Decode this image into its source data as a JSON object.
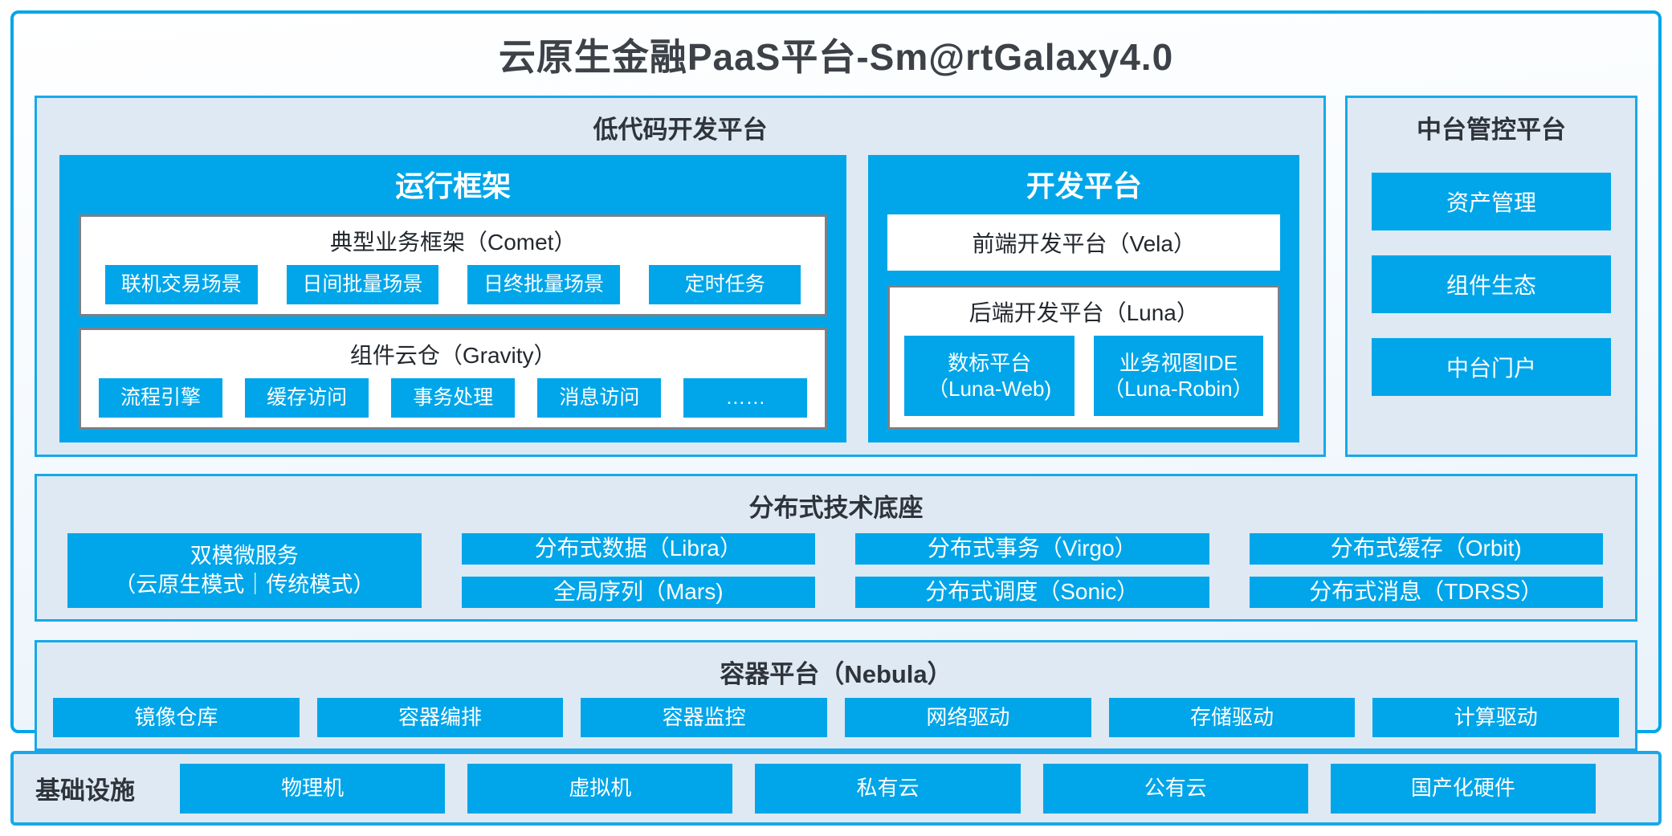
{
  "colors": {
    "accent_blue": "#00a6e9",
    "panel_border_blue": "#18a8e9",
    "panel_bg": "#dee9f4",
    "gray_border": "#7d8085",
    "dark_text": "#2f343b"
  },
  "page_title": "云原生金融PaaS平台-Sm@rtGalaxy4.0",
  "lowcode": {
    "title": "低代码开发平台",
    "runtime": {
      "title": "运行框架",
      "comet": {
        "title": "典型业务框架（Comet）",
        "items": [
          "联机交易场景",
          "日间批量场景",
          "日终批量场景",
          "定时任务"
        ]
      },
      "gravity": {
        "title": "组件云仓（Gravity）",
        "items": [
          "流程引擎",
          "缓存访问",
          "事务处理",
          "消息访问",
          "……"
        ]
      }
    },
    "dev": {
      "title": "开发平台",
      "vela": "前端开发平台（Vela）",
      "luna": {
        "title": "后端开发平台（Luna）",
        "items": [
          {
            "line1": "数标平台",
            "line2": "（Luna-Web)"
          },
          {
            "line1": "业务视图IDE",
            "line2": "（Luna-Robin）"
          }
        ]
      }
    }
  },
  "mid_platform": {
    "title": "中台管控平台",
    "items": [
      "资产管理",
      "组件生态",
      "中台门户"
    ]
  },
  "distributed": {
    "title": "分布式技术底座",
    "dual_mode": {
      "line1": "双模微服务",
      "line2": "（云原生模式｜传统模式）"
    },
    "row1": [
      "分布式数据（Libra）",
      "分布式事务（Virgo）",
      "分布式缓存（Orbit)"
    ],
    "row2": [
      "全局序列（Mars)",
      "分布式调度（Sonic）",
      "分布式消息（TDRSS）"
    ]
  },
  "container_platform": {
    "title": "容器平台（Nebula）",
    "items": [
      "镜像仓库",
      "容器编排",
      "容器监控",
      "网络驱动",
      "存储驱动",
      "计算驱动"
    ]
  },
  "infrastructure": {
    "label": "基础设施",
    "items": [
      "物理机",
      "虚拟机",
      "私有云",
      "公有云",
      "国产化硬件"
    ]
  }
}
